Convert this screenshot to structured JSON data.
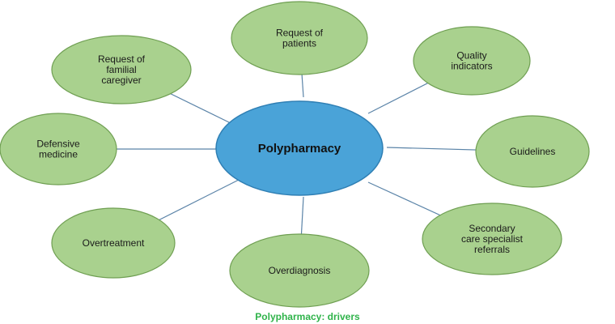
{
  "diagram": {
    "center": {
      "label": "Polypharmacy"
    },
    "nodes": [
      {
        "id": "request-of-patients",
        "lines": [
          "Request of",
          "patients"
        ]
      },
      {
        "id": "quality-indicators",
        "lines": [
          "Quality",
          "indicators"
        ]
      },
      {
        "id": "guidelines",
        "lines": [
          "Guidelines"
        ]
      },
      {
        "id": "secondary-care-specialist-referrals",
        "lines": [
          "Secondary",
          "care specialist",
          "referrals"
        ]
      },
      {
        "id": "overdiagnosis",
        "lines": [
          "Overdiagnosis"
        ]
      },
      {
        "id": "overtreatment",
        "lines": [
          "Overtreatment"
        ]
      },
      {
        "id": "defensive-medicine",
        "lines": [
          "Defensive",
          "medicine"
        ]
      },
      {
        "id": "request-of-familial-caregiver",
        "lines": [
          "Request of",
          "familial",
          "caregiver"
        ]
      }
    ],
    "caption": "Polypharmacy: drivers"
  },
  "colors": {
    "center_fill": "#4aa3d8",
    "center_stroke": "#2f7fb4",
    "node_fill": "#a9d18e",
    "node_stroke": "#6f9f52",
    "connector": "#5b84a8",
    "caption": "#2fb34a"
  }
}
